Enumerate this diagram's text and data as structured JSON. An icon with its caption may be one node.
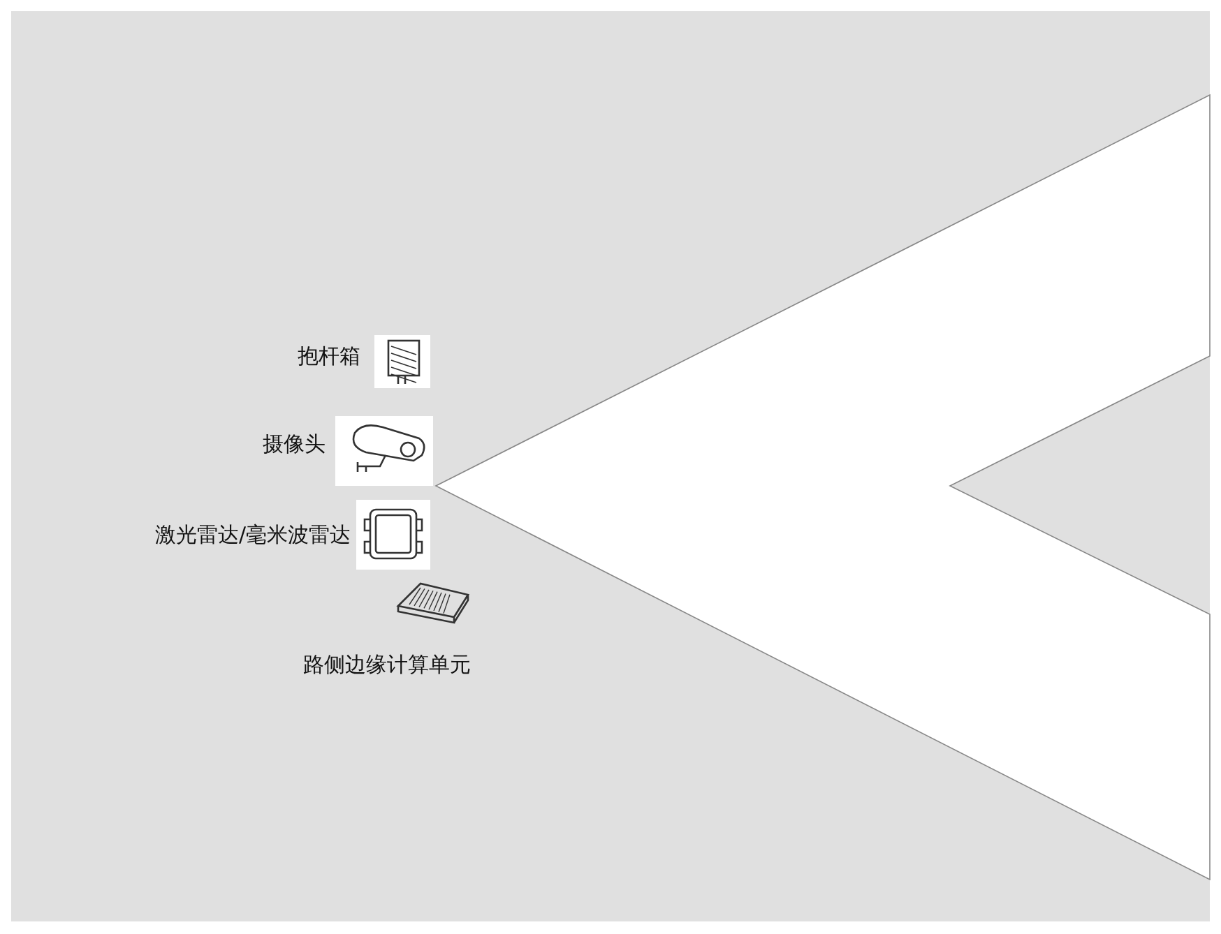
{
  "diagram": {
    "labels": [
      "抱杆箱",
      "摄像头",
      "激光雷达/毫米波雷达",
      "路侧边缘计算单元"
    ]
  }
}
